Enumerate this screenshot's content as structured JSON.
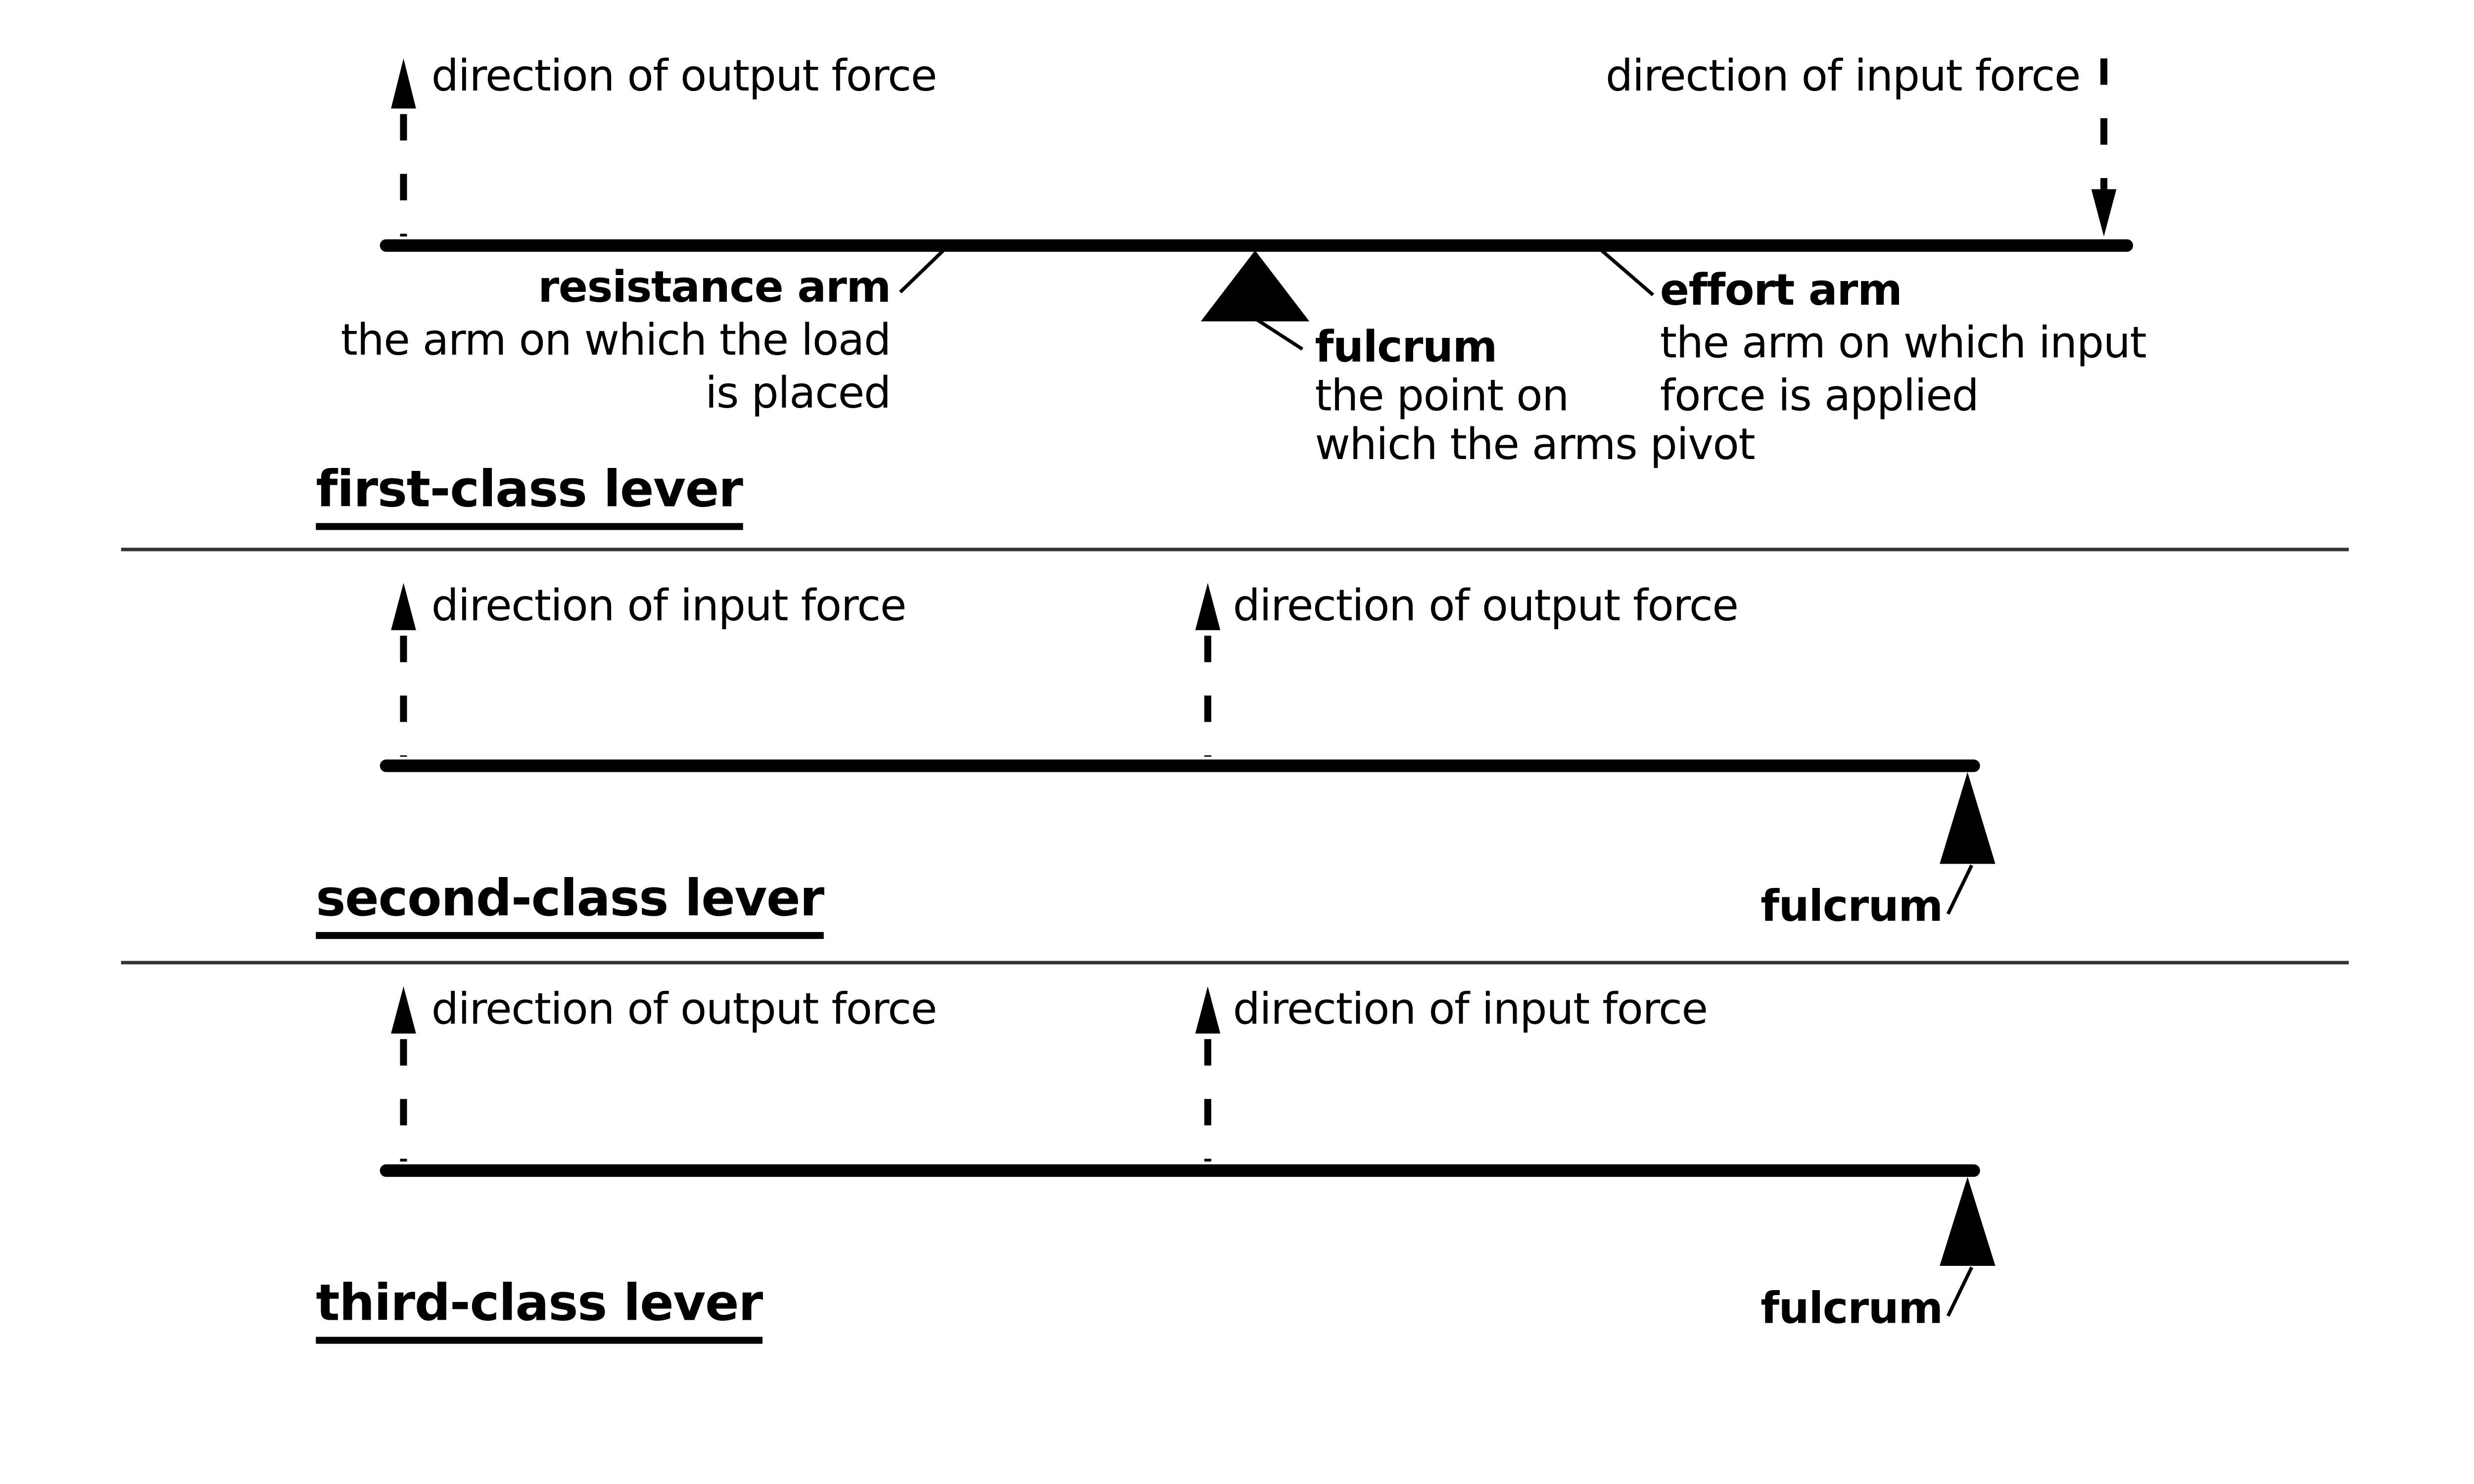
{
  "colors": {
    "ink": "#000000",
    "background": "#ffffff",
    "divider": "#333333"
  },
  "sections": {
    "first": {
      "label": "first-class lever",
      "arrow_output_label": "direction of output force",
      "arrow_input_label": "direction of input force",
      "resistance": {
        "term": "resistance arm",
        "line1": "the arm on which the load",
        "line2": "is placed"
      },
      "fulcrum": {
        "term": "fulcrum",
        "line1": "the point on",
        "line2": "which the arms pivot"
      },
      "effort": {
        "term": "effort arm",
        "line1": "the arm on which input",
        "line2": "force is applied"
      }
    },
    "second": {
      "label": "second-class lever",
      "arrow_input_label": "direction of input force",
      "arrow_output_label": "direction of output force",
      "fulcrum_label": "fulcrum"
    },
    "third": {
      "label": "third-class lever",
      "arrow_output_label": "direction of output force",
      "arrow_input_label": "direction of input force",
      "fulcrum_label": "fulcrum"
    }
  }
}
